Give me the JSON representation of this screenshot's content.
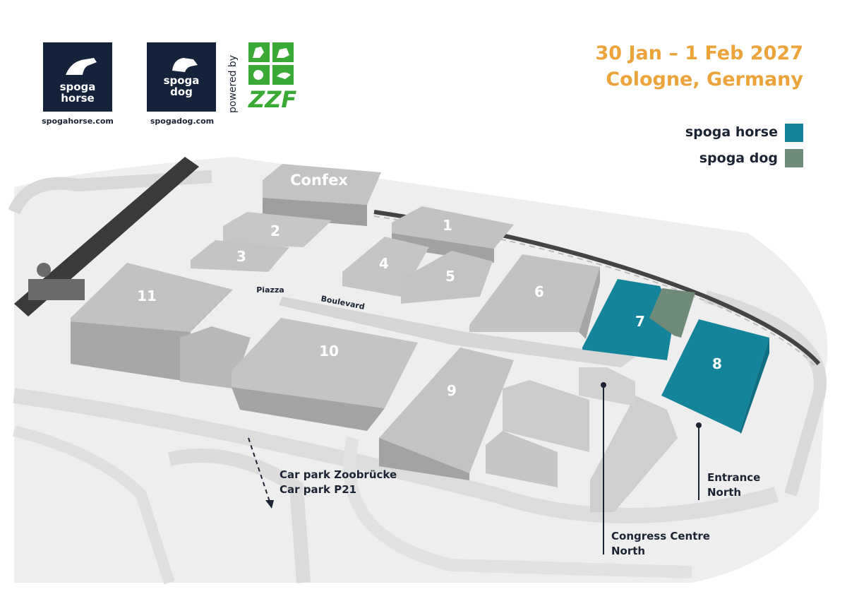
{
  "header": {
    "date_line": "30 Jan – 1 Feb 2027",
    "location_line": "Cologne, Germany",
    "accent_color": "#eba33a"
  },
  "logos": {
    "horse": {
      "line1": "spoga",
      "line2": "horse",
      "url": "spogahorse.com",
      "icon": "horse-head-icon"
    },
    "dog": {
      "line1": "spoga",
      "line2": "dog",
      "url": "spogadog.com",
      "icon": "dog-head-icon"
    },
    "powered_by": "powered by",
    "partner": "ZZF",
    "partner_color": "#3aa935"
  },
  "legend": {
    "items": [
      {
        "label": "spoga horse",
        "color": "#13849a"
      },
      {
        "label": "spoga dog",
        "color": "#6f8a79"
      }
    ]
  },
  "map": {
    "halls": {
      "confex": "Confex",
      "h1": "1",
      "h2": "2",
      "h3": "3",
      "h4": "4",
      "h5": "5",
      "h6": "6",
      "h7": "7",
      "h8": "8",
      "h9": "9",
      "h10": "10",
      "h11": "11"
    },
    "places": {
      "piazza": "Piazza",
      "boulevard": "Boulevard"
    },
    "captions": {
      "car_park_1": "Car park Zoobrücke",
      "car_park_2": "Car park P21",
      "entrance_1": "Entrance",
      "entrance_2": "North",
      "congress_1": "Congress Centre",
      "congress_2": "North"
    }
  }
}
